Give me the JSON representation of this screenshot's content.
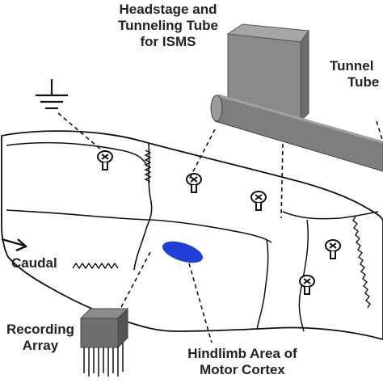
{
  "labels": {
    "headstage": [
      "Headstage and",
      "Tunneling Tube",
      "for ISMS"
    ],
    "tube": [
      "Tunnel",
      "Tube"
    ],
    "caudal": "Caudal",
    "recording": [
      "Recording",
      "Array"
    ],
    "hindlimb": [
      "Hindlimb Area of",
      "Motor Cortex"
    ]
  },
  "colors": {
    "outline": "#111111",
    "headstage_block": "#8a8a8a",
    "tube": "#7e7e7e",
    "recording_array": "#6f6f6f",
    "hindlimb_area": "#1f3fd6",
    "text": "#222222"
  },
  "icons": [
    "ground-symbol-icon",
    "skull-screw-icon",
    "arrow-icon"
  ]
}
